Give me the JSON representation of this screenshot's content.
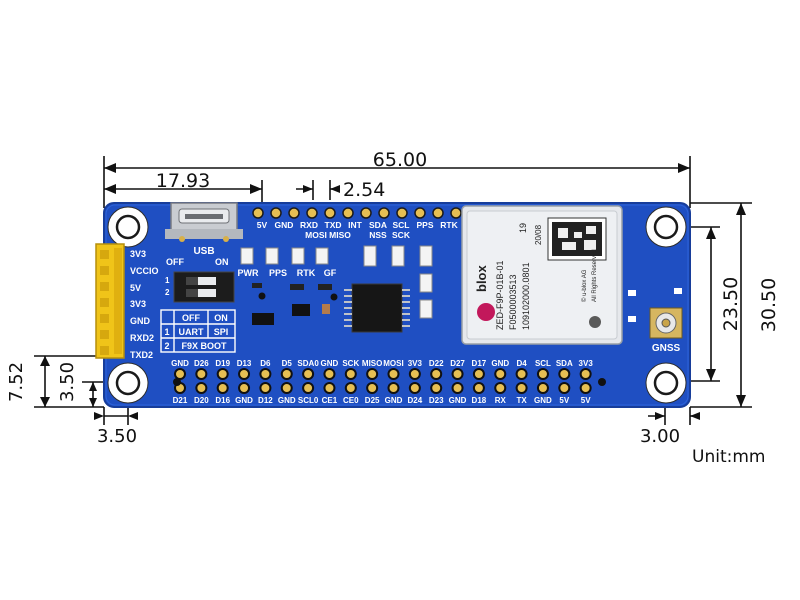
{
  "dimensions": {
    "total_width": "65.00",
    "usb_offset": "17.93",
    "pin_pitch": "2.54",
    "total_height": "30.50",
    "hole_span": "23.50",
    "left_offset_outer": "7.52",
    "left_offset_inner": "3.50",
    "bottom_left": "3.50",
    "bottom_right": "3.00",
    "unit": "Unit:mm"
  },
  "board": {
    "usb_label": "USB",
    "top_header_row1": [
      "5V",
      "GND",
      "RXD",
      "TXD",
      "INT",
      "SDA",
      "SCL",
      "PPS",
      "RTK"
    ],
    "top_header_row2": [
      "MOSI",
      "MISO",
      "NSS",
      "SCK"
    ],
    "side_labels": [
      "3V3",
      "VCCIO",
      "5V",
      "3V3",
      "GND",
      "RXD2",
      "TXD2"
    ],
    "switch_off": "OFF",
    "switch_on": "ON",
    "switch_1": "1",
    "switch_2": "2",
    "led_labels": [
      "PWR",
      "PPS",
      "RTK",
      "GF"
    ],
    "table": {
      "head": [
        "OFF",
        "ON"
      ],
      "rows": [
        [
          "1",
          "UART",
          "SPI"
        ],
        [
          "2",
          "F9X BOOT",
          ""
        ]
      ]
    },
    "gpio_top": [
      "GND",
      "D26",
      "D19",
      "D13",
      "D6",
      "D5",
      "SDA0",
      "GND",
      "SCK",
      "MISO",
      "MOSI",
      "3V3",
      "D22",
      "D27",
      "D17",
      "GND",
      "D4",
      "SCL",
      "SDA",
      "3V3"
    ],
    "gpio_bottom": [
      "D21",
      "D20",
      "D16",
      "GND",
      "D12",
      "GND",
      "SCL0",
      "CE1",
      "CE0",
      "D25",
      "GND",
      "D24",
      "D23",
      "GND",
      "D18",
      "RX",
      "TX",
      "GND",
      "5V",
      "5V"
    ],
    "gnss_label": "GNSS"
  },
  "module": {
    "brand": "blox",
    "model": "ZED-F9P-01B-01",
    "number_19": "19",
    "date": "20/08",
    "serial1": "F0500003513",
    "serial2": "109102000.0801",
    "copyright1": "© u-blox AG",
    "copyright2": "All Rights Reserved"
  },
  "colors": {
    "board": "#1f4fc2",
    "header_yellow": "#f0c419",
    "module_silver": "#e6e8ec",
    "gold": "#e6bf53"
  }
}
